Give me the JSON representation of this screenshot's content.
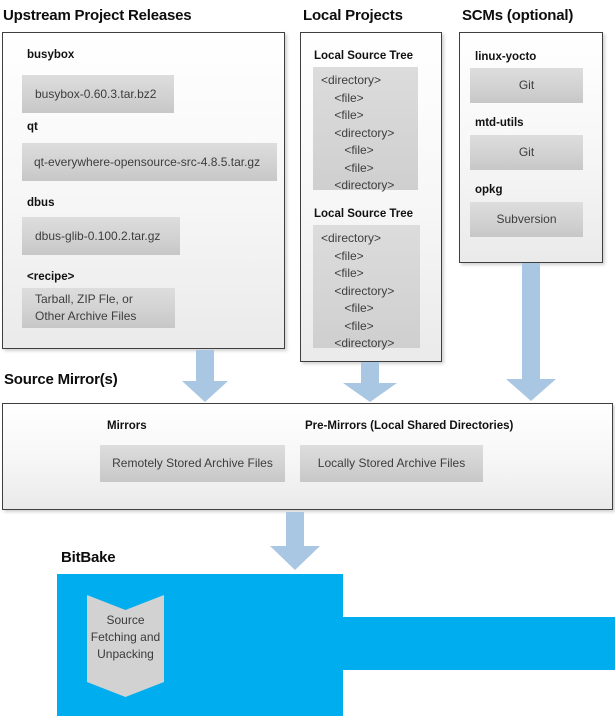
{
  "headings": {
    "upstream": "Upstream Project Releases",
    "local_projects": "Local Projects",
    "scms": "SCMs (optional)",
    "source_mirrors": "Source Mirror(s)",
    "bitbake": "BitBake"
  },
  "upstream": {
    "items": [
      {
        "label": "busybox",
        "value": "busybox-0.60.3.tar.bz2"
      },
      {
        "label": "qt",
        "value": "qt-everywhere-opensource-src-4.8.5.tar.gz"
      },
      {
        "label": "dbus",
        "value": "dbus-glib-0.100.2.tar.gz"
      },
      {
        "label": "<recipe>",
        "value": "Tarball, ZIP Fle, or\nOther Archive Files"
      }
    ]
  },
  "local_projects": {
    "trees": [
      {
        "label": "Local Source Tree",
        "content": "<directory>\n    <file>\n    <file>\n    <directory>\n       <file>\n       <file>\n    <directory>"
      },
      {
        "label": "Local Source Tree",
        "content": "<directory>\n    <file>\n    <file>\n    <directory>\n       <file>\n       <file>\n    <directory>"
      }
    ]
  },
  "scms": {
    "items": [
      {
        "label": "linux-yocto",
        "value": "Git"
      },
      {
        "label": "mtd-utils",
        "value": "Git"
      },
      {
        "label": "opkg",
        "value": "Subversion"
      }
    ]
  },
  "source_mirrors": {
    "mirrors": {
      "label": "Mirrors",
      "value": "Remotely Stored Archive Files"
    },
    "premirrors": {
      "label": "Pre-Mirrors (Local Shared Directories)",
      "value": "Locally Stored Archive Files"
    }
  },
  "bitbake": {
    "process": "Source\nFetching and\nUnpacking"
  },
  "colors": {
    "arrow_blue": "#a9c6e3",
    "bitbake_cyan": "#00aeef",
    "chevron_gray": "#d2d2d2"
  }
}
